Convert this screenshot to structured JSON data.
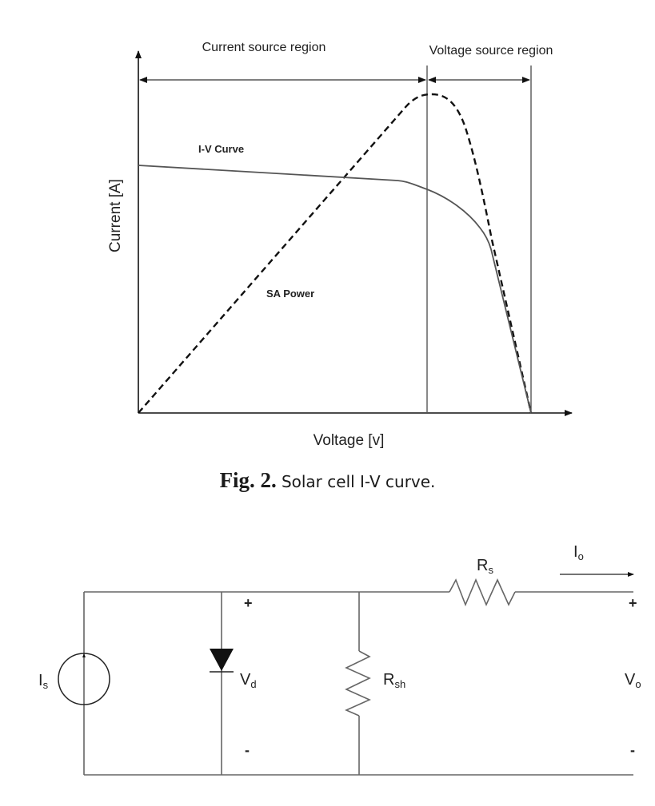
{
  "figure": {
    "caption_number": "Fig. 2.",
    "caption_text": "Solar cell I-V curve."
  },
  "chart_data": {
    "type": "line",
    "title": "",
    "xlabel": "Voltage [v]",
    "ylabel": "Current [A]",
    "grid": false,
    "annotations": [
      "Current source region",
      "Voltage source region",
      "I-V Curve",
      "SA Power"
    ],
    "regions": [
      {
        "label": "Current source region",
        "x_start": 0.0,
        "x_end": 0.62
      },
      {
        "label": "Voltage source region",
        "x_start": 0.62,
        "x_end": 1.0
      }
    ],
    "mpp_voltage_normalized": 0.62,
    "series": [
      {
        "name": "I-V Curve",
        "style": "solid",
        "x": [
          0.0,
          0.3,
          0.6,
          0.62,
          0.7,
          0.78,
          0.82,
          0.91,
          1.0
        ],
        "y": [
          0.68,
          0.66,
          0.64,
          0.61,
          0.55,
          0.45,
          0.35,
          0.18,
          0.0
        ]
      },
      {
        "name": "SA Power",
        "style": "dashed",
        "x": [
          0.0,
          0.3,
          0.62,
          0.68,
          0.75,
          0.82,
          0.9,
          1.0
        ],
        "y": [
          0.0,
          0.44,
          0.88,
          0.86,
          0.72,
          0.48,
          0.24,
          0.0
        ]
      }
    ],
    "xlim": [
      0,
      1
    ],
    "ylim": [
      0,
      1
    ]
  },
  "circuit": {
    "current_source_label": "I",
    "current_source_sub": "s",
    "diode_label": "V",
    "diode_sub": "d",
    "shunt_label": "R",
    "shunt_sub": "sh",
    "series_label": "R",
    "series_sub": "s",
    "output_current_label": "I",
    "output_current_sub": "o",
    "output_voltage_label": "V",
    "output_voltage_sub": "o",
    "plus": "+",
    "minus": "-"
  }
}
